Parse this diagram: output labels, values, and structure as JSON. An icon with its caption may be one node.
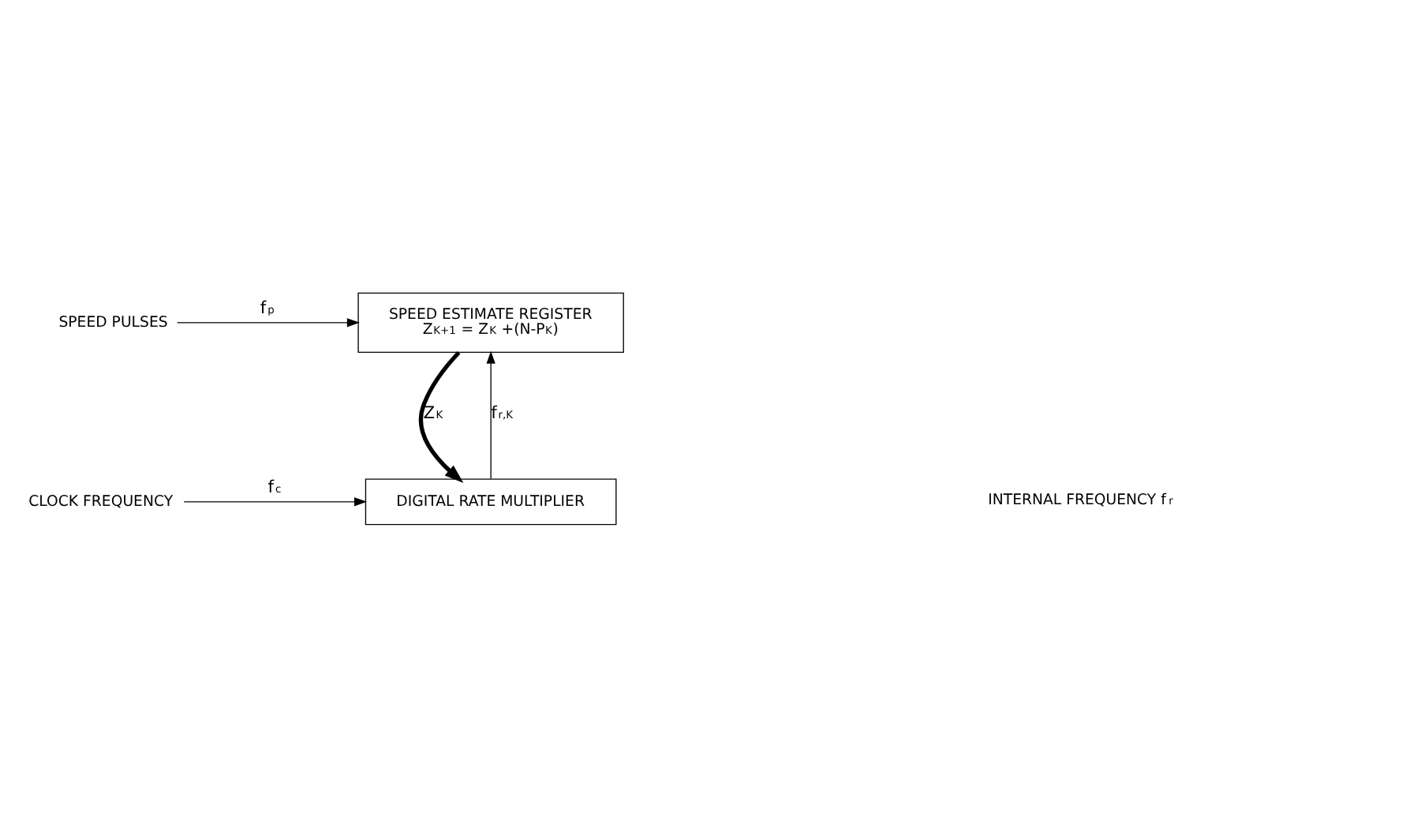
{
  "diagram": {
    "nodes": [
      {
        "text": [
          "SPEED PULSES"
        ]
      },
      {
        "text": [
          "SPEED ESTIMATE REGISTER",
          "Z$_{K+1}$ = Z$_{K}$ +(N-P$_{K}$)"
        ]
      },
      {
        "text": [
          "CLOCK FREQUENCY"
        ]
      },
      {
        "text": [
          "DIGITAL RATE MULTIPLIER"
        ]
      }
    ],
    "edges": [
      {
        "from": 0,
        "to": 1,
        "arrow": "to",
        "label": "f$_{p}$"
      },
      {
        "from": 1,
        "to": 3,
        "arrow": "to",
        "label": "Z$_{K}$",
        "style": "thick"
      },
      {
        "from": 2,
        "to": 3,
        "arrow": "to",
        "label": "f$_{c}$"
      },
      {
        "from": 3,
        "to": 1,
        "arrow": "to",
        "label": "f$_{r,K}$"
      }
    ],
    "labels": [
      "INTERNAL FREQUENCY f$_{r}$"
    ]
  }
}
